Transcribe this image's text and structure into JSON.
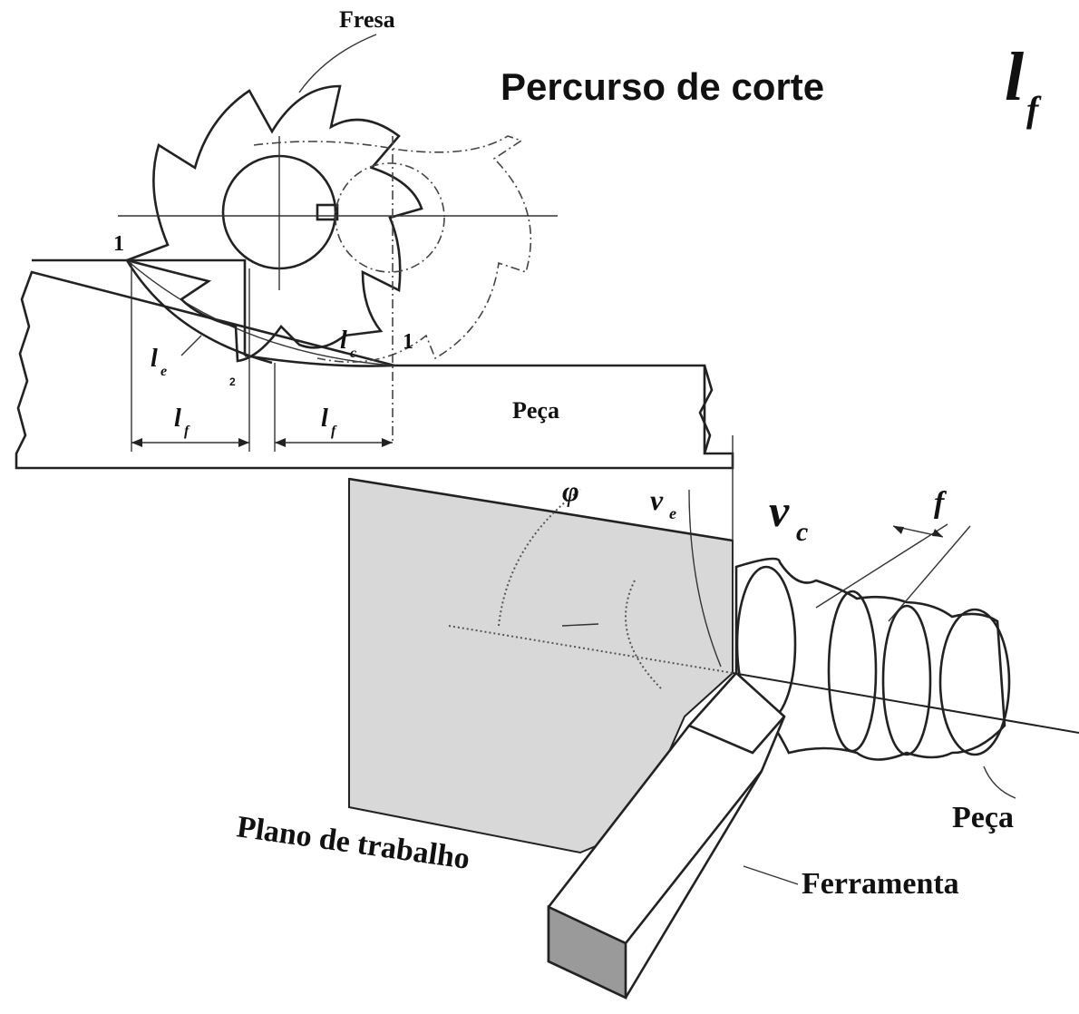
{
  "title": {
    "text": "Percurso de corte ",
    "symbol": "l",
    "subscript": "f"
  },
  "milling": {
    "cutter_label": "Fresa",
    "workpiece_label": "Peça",
    "point_label_left": "1",
    "point_label_right": "1",
    "point_label_small": "2",
    "le": {
      "symbol": "l",
      "sub": "e"
    },
    "lc": {
      "symbol": "l",
      "sub": "c"
    },
    "lf_left": {
      "symbol": "l",
      "sub": "f"
    },
    "lf_right": {
      "symbol": "l",
      "sub": "f"
    }
  },
  "turning": {
    "phi_label": "φ",
    "ve": {
      "symbol": "v",
      "sub": "e"
    },
    "vc": {
      "symbol": "v",
      "sub": "c"
    },
    "f_label": "f",
    "plane_label": "Plano de trabalho",
    "workpiece_label": "Peça",
    "tool_label": "Ferramenta"
  },
  "colors": {
    "plane_fill": "#d8d8d8",
    "tool_end_fill": "#9a9a9a",
    "ink": "#222222"
  }
}
